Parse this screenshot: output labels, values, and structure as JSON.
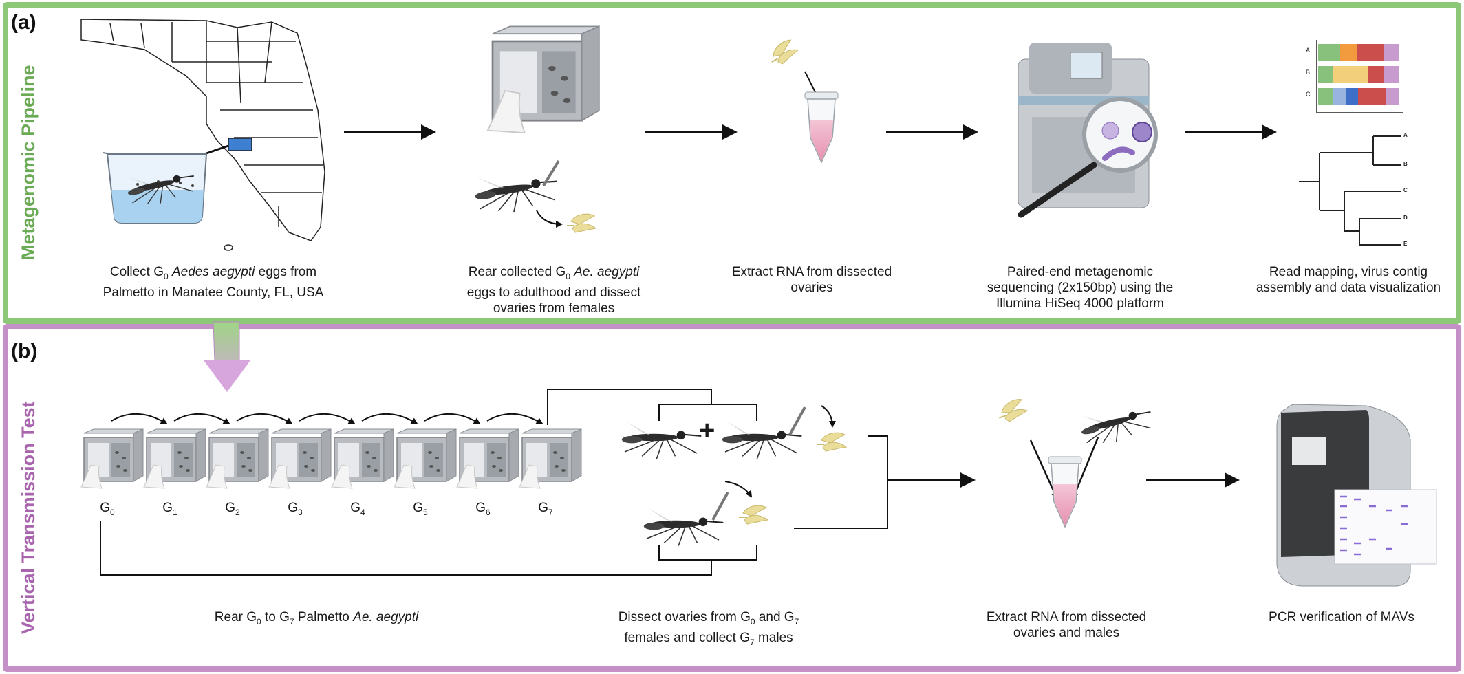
{
  "panel_a": {
    "label": "(a)",
    "side_title": "Metagenomic Pipeline",
    "captions": [
      {
        "l1a": "Collect G",
        "l1sub": "0",
        "l1b": " ",
        "l1i": "Aedes aegypti",
        "l1c": " eggs from",
        "l2": "Palmetto in Manatee County, FL, USA"
      },
      {
        "l1a": "Rear collected G",
        "l1sub": "0",
        "l1b": " ",
        "l1i": "Ae. aegypti",
        "l1c": "",
        "l2": "eggs to adulthood and dissect",
        "l3": "ovaries from females"
      },
      {
        "l1": "Extract RNA from dissected",
        "l2": "ovaries"
      },
      {
        "l1": "Paired-end metagenomic",
        "l2": "sequencing (2x150bp) using the",
        "l3": "Illumina HiSeq 4000 platform"
      },
      {
        "l1": "Read mapping, virus contig",
        "l2": "assembly and data visualization"
      }
    ],
    "bar_rows": [
      "A",
      "B",
      "C"
    ],
    "tree_tips": [
      "A",
      "B",
      "C",
      "D",
      "E"
    ],
    "colors": {
      "border": "#8cc878",
      "title": "#6aaa55"
    }
  },
  "panel_b": {
    "label": "(b)",
    "side_title": "Vertical Transmission Test",
    "generations": [
      {
        "g": "G",
        "n": "0"
      },
      {
        "g": "G",
        "n": "1"
      },
      {
        "g": "G",
        "n": "2"
      },
      {
        "g": "G",
        "n": "3"
      },
      {
        "g": "G",
        "n": "4"
      },
      {
        "g": "G",
        "n": "5"
      },
      {
        "g": "G",
        "n": "6"
      },
      {
        "g": "G",
        "n": "7"
      }
    ],
    "plus": "+",
    "captions": [
      {
        "l1a": "Rear G",
        "l1sub": "0",
        "l1b": " to G",
        "l1sub2": "7",
        "l1c": " Palmetto ",
        "l1i": "Ae. aegypti"
      },
      {
        "l1a": "Dissect ovaries from G",
        "l1sub": "0",
        "l1b": " and G",
        "l1sub2": "7",
        "l2a": "females and collect G",
        "l2sub": "7",
        "l2b": " males"
      },
      {
        "l1": "Extract RNA from dissected",
        "l2": "ovaries and males"
      },
      {
        "l1": "PCR verification of MAVs"
      }
    ],
    "colors": {
      "border": "#c58fc8",
      "title": "#a865ad"
    }
  }
}
